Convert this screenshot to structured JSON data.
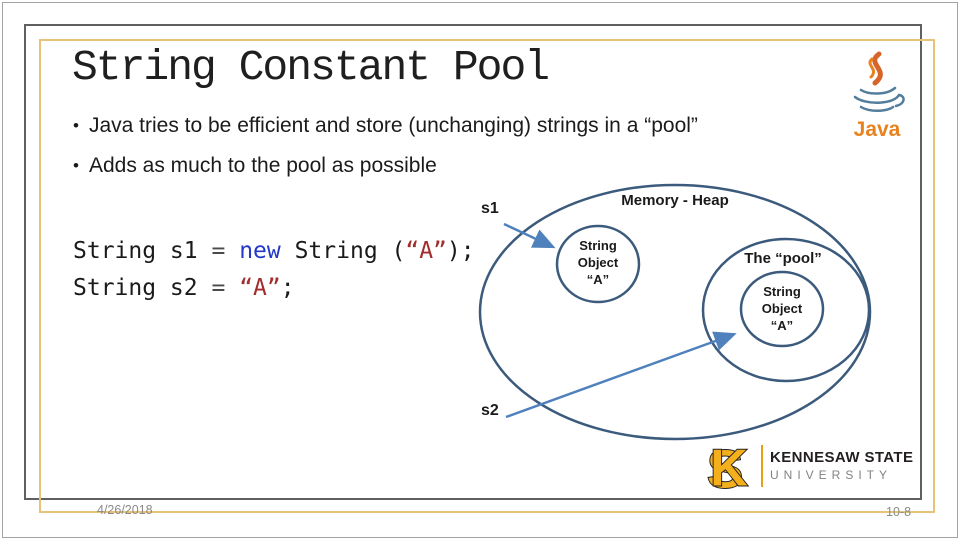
{
  "slide": {
    "title": "String Constant Pool",
    "bullet_char": "•",
    "bullets": [
      "Java tries to be efficient and store (unchanging) strings in a “pool”",
      "Adds as much to the pool as possible"
    ],
    "code": {
      "line1": [
        {
          "t": "String s1 "
        },
        {
          "t": "= "
        },
        {
          "t": "new "
        },
        {
          "t": "String ("
        },
        {
          "t": "“A”"
        },
        {
          "t": ");"
        }
      ],
      "line2": [
        {
          "t": "String s2 "
        },
        {
          "t": "= "
        },
        {
          "t": "“A”"
        },
        {
          "t": ";"
        }
      ]
    },
    "diagram": {
      "s1_label": "s1",
      "s2_label": "s2",
      "heap_label": "Memory - Heap",
      "pool_label": "The “pool”",
      "heap_object": {
        "l1": "String",
        "l2": "Object",
        "l3": "“A”"
      },
      "pool_object": {
        "l1": "String",
        "l2": "Object",
        "l3": "“A”"
      }
    },
    "java_logo": {
      "wordmark": "Java"
    },
    "ksu_logo": {
      "monogram_s": "S",
      "monogram_k": "K",
      "name": "KENNESAW STATE",
      "subname": "UNIVERSITY"
    },
    "footer": {
      "date": "4/26/2018",
      "page": "10-8"
    },
    "colors": {
      "frame_gold": "#e6c377",
      "frame_gray": "#606060",
      "diagram_stroke": "#3b5a7c",
      "arrow_blue": "#4f81bd",
      "code_keyword": "#2438c8",
      "code_string": "#a02c2c",
      "java_orange": "#e8821e",
      "java_steam_red": "#d7652a",
      "java_cup_blue": "#527d9b",
      "ksu_gold": "#f3b01c",
      "footer_gray": "#8a8a8a"
    }
  }
}
